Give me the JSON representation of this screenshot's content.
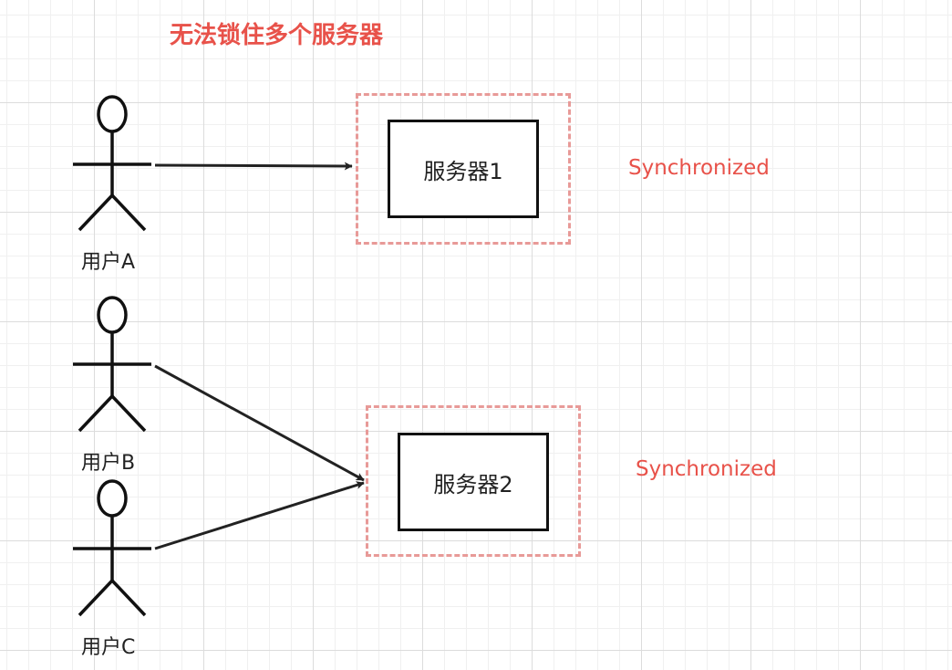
{
  "diagram": {
    "title": "无法锁住多个服务器",
    "actors": [
      {
        "id": "a",
        "label": "用户A"
      },
      {
        "id": "b",
        "label": "用户B"
      },
      {
        "id": "c",
        "label": "用户C"
      }
    ],
    "servers": [
      {
        "id": "s1",
        "label": "服务器1",
        "lock_label": "Synchronized"
      },
      {
        "id": "s2",
        "label": "服务器2",
        "lock_label": "Synchronized"
      }
    ],
    "connections": [
      {
        "from": "a",
        "to": "s1"
      },
      {
        "from": "b",
        "to": "s2"
      },
      {
        "from": "c",
        "to": "s2"
      }
    ],
    "colors": {
      "title": "#e8524a",
      "lock_label": "#e8524a",
      "dashed_frame": "#e89a98",
      "line": "#222222"
    }
  }
}
